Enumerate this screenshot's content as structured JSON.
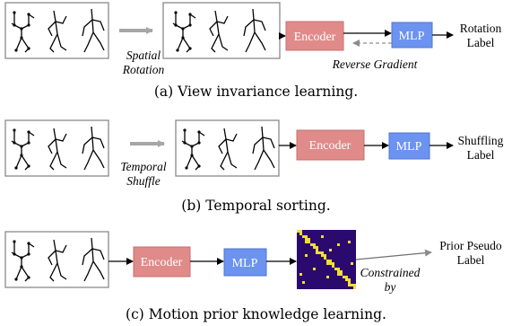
{
  "panels": [
    {
      "caption": "(a) View invariance learning.",
      "transform_label_1": "Spatial",
      "transform_label_2": "Rotation",
      "encoder_label": "Encoder",
      "mlp_label": "MLP",
      "output_label_1": "Rotation",
      "output_label_2": "Label",
      "gradient_label": "Reverse Gradient"
    },
    {
      "caption": "(b) Temporal sorting.",
      "transform_label_1": "Temporal",
      "transform_label_2": "Shuffle",
      "encoder_label": "Encoder",
      "mlp_label": "MLP",
      "output_label_1": "Shuffling",
      "output_label_2": "Label"
    },
    {
      "caption": "(c) Motion prior knowledge learning.",
      "encoder_label": "Encoder",
      "mlp_label": "MLP",
      "constraint_label_1": "Constrained",
      "constraint_label_2": "by",
      "output_label_1": "Prior Pseudo",
      "output_label_2": "Label"
    }
  ],
  "colors": {
    "encoder": "#e08a8a",
    "mlp": "#6b93ef",
    "gray_arrow": "#a6a6a6",
    "matrix_bg": "#2a0a6e",
    "matrix_hi": "#f2dc3c"
  }
}
